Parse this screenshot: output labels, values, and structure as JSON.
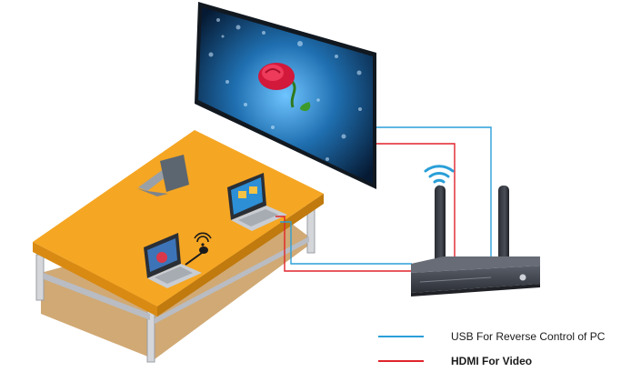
{
  "legend": {
    "usb": {
      "label": "USB For Reverse Control of PC",
      "color": "#2a9fd8"
    },
    "hdmi": {
      "label": "HDMI For Video",
      "color": "#e0242b"
    }
  },
  "colors": {
    "table_top": "#f5a623",
    "table_edge": "#d98a12",
    "floor": "#c99a5c",
    "receiver": "#3a3e47",
    "screen_frame": "#111820"
  },
  "icons": [
    "wifi-icon",
    "laptop-icon",
    "rose-image",
    "wireless-dongle-icon"
  ]
}
